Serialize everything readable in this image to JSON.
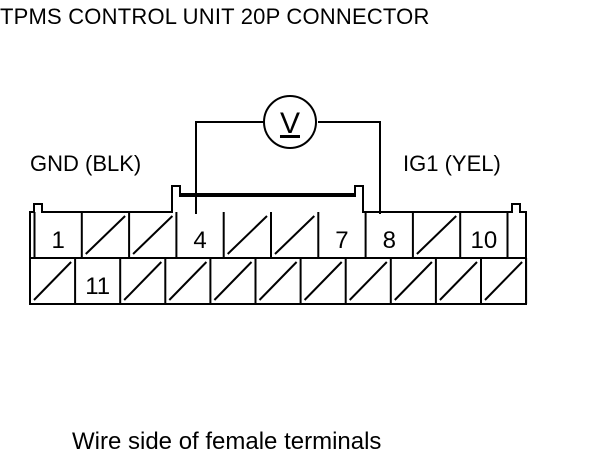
{
  "title": "TPMS CONTROL UNIT 20P CONNECTOR",
  "caption": "Wire side of female terminals",
  "probes": {
    "left_label": "GND (BLK)",
    "right_label": "IG1 (YEL)",
    "meter_symbol": "V"
  },
  "connector": {
    "top_row": [
      "1",
      "",
      "",
      "4",
      "",
      "",
      "7",
      "8",
      "",
      "10"
    ],
    "bottom_row": [
      "",
      "11",
      "",
      "",
      "",
      "",
      "",
      "",
      "",
      "",
      ""
    ]
  }
}
